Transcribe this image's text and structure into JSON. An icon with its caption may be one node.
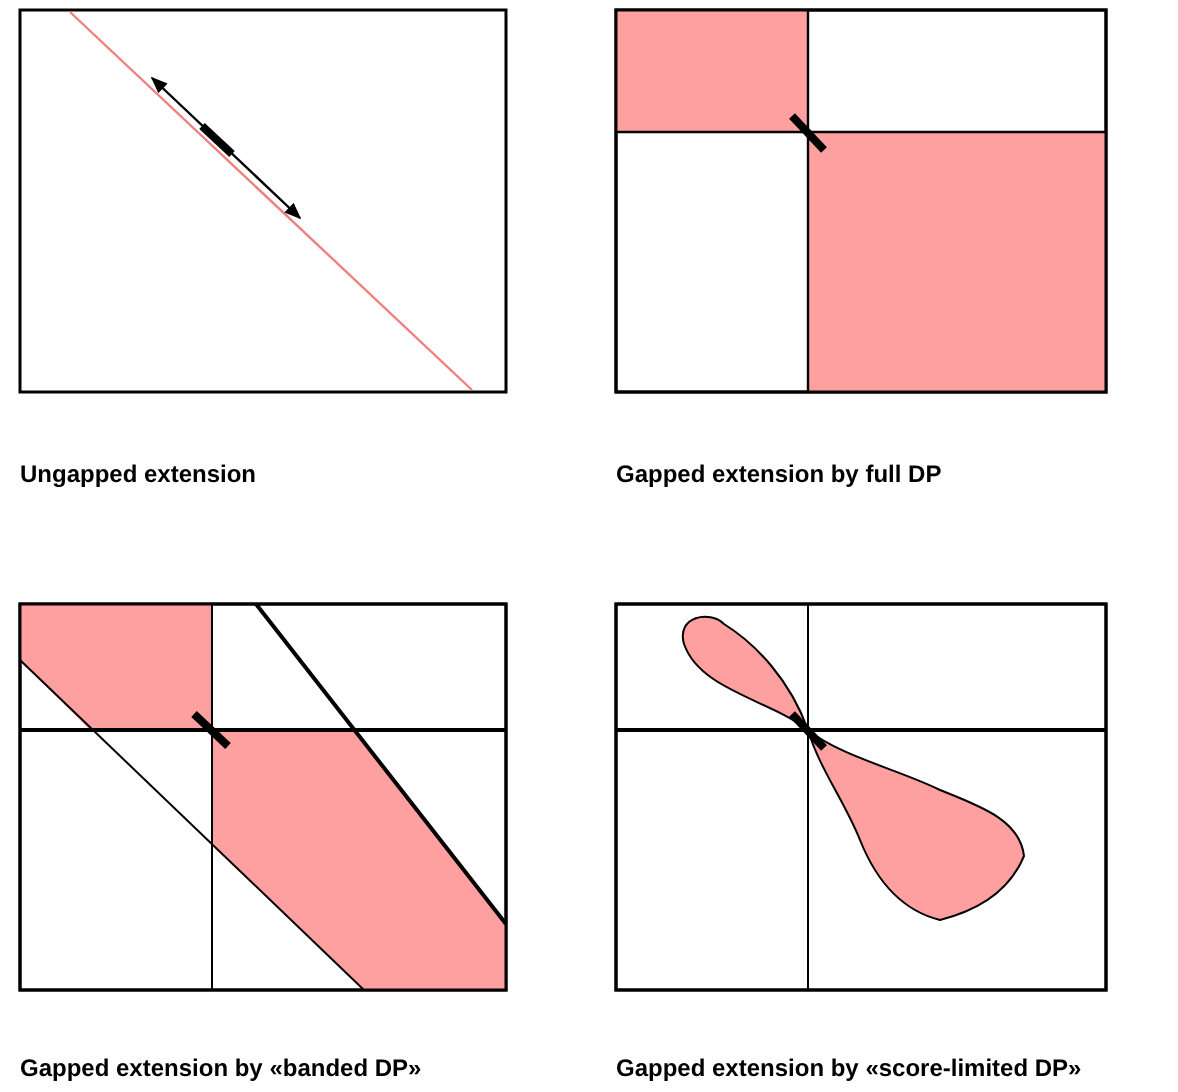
{
  "diagram": {
    "labels": [
      "Ungapped extension",
      "Gapped extension by full DP",
      "Gapped extension by «banded DP»",
      "Gapped extension by «score-limited DP»"
    ]
  }
}
